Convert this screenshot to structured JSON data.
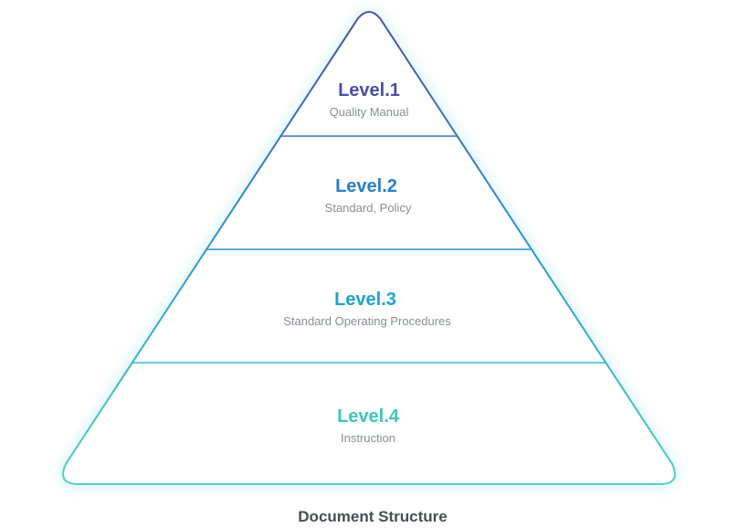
{
  "caption": "Document Structure",
  "levels": [
    {
      "title": "Level.1",
      "subtitle": "Quality Manual",
      "color": "#4a4fa3"
    },
    {
      "title": "Level.2",
      "subtitle": "Standard, Policy",
      "color": "#2a7ec4"
    },
    {
      "title": "Level.3",
      "subtitle": "Standard Operating Procedures",
      "color": "#1da2d1"
    },
    {
      "title": "Level.4",
      "subtitle": "Instruction",
      "color": "#3cc6bb"
    }
  ],
  "colors": {
    "top": "#4a4fa3",
    "bottom": "#4fd1c1"
  }
}
